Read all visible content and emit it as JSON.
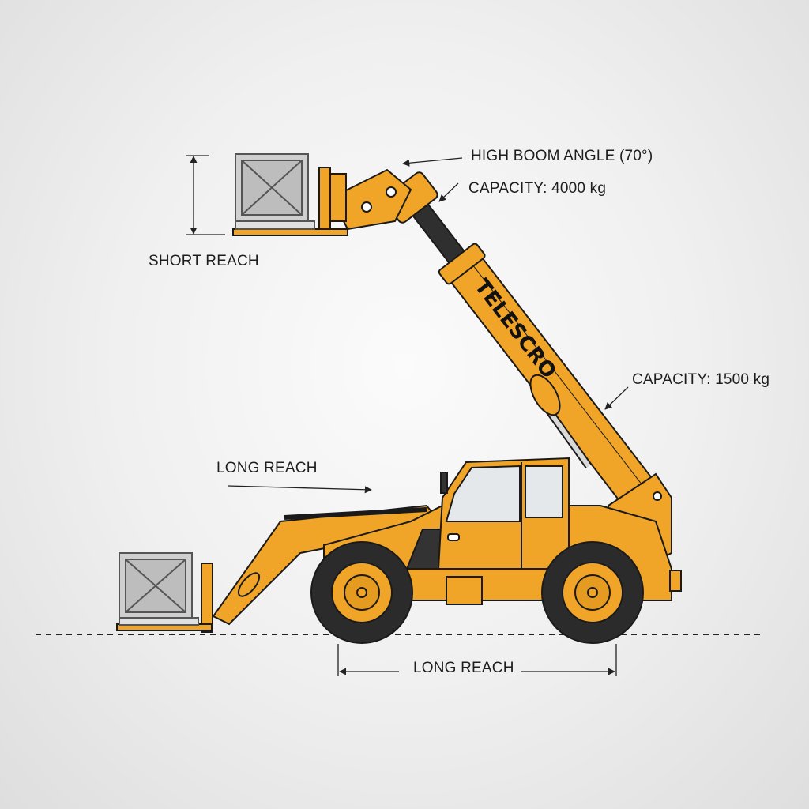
{
  "labels": {
    "high_boom_angle": "HIGH BOOM ANGLE (70°)",
    "capacity_high": "CAPACITY: 4000 kg",
    "short_reach": "SHORT REACH",
    "capacity_extended": "CAPACITY: 1500 kg",
    "long_reach_boom": "LONG REACH",
    "long_reach_ground": "LONG REACH"
  },
  "boom_brand": "TELESCRO",
  "colors": {
    "machine": "#f0a428",
    "outline": "#1a1a1a",
    "tire": "#2b2b2b",
    "crate": "#c9c9c9",
    "background": "#efefef"
  }
}
